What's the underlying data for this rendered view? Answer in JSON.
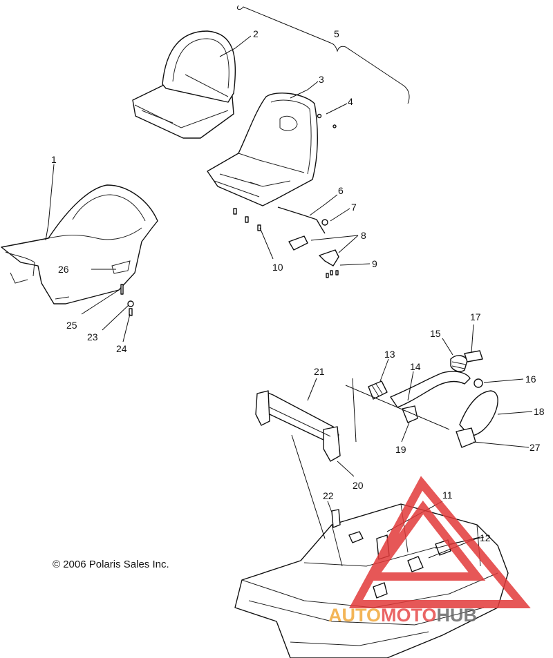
{
  "copyright": "© 2006 Polaris Sales Inc.",
  "watermark": {
    "part1": "AUTO",
    "part2": "MOTO",
    "part3": "HUB",
    "color_auto": "#f2a93b",
    "color_moto": "#e74b4b",
    "color_hub": "#6b6b6b",
    "triangle_color": "#e23a3a"
  },
  "callouts": {
    "c1": "1",
    "c2": "2",
    "c3": "3",
    "c4": "4",
    "c5": "5",
    "c6": "6",
    "c7": "7",
    "c8": "8",
    "c9": "9",
    "c10": "10",
    "c11": "11",
    "c12": "12",
    "c13": "13",
    "c14": "14",
    "c15": "15",
    "c16": "16",
    "c17": "17",
    "c18": "18",
    "c19": "19",
    "c20": "20",
    "c21": "21",
    "c22": "22",
    "c23": "23",
    "c24": "24",
    "c25": "25",
    "c26": "26",
    "c27": "27"
  }
}
